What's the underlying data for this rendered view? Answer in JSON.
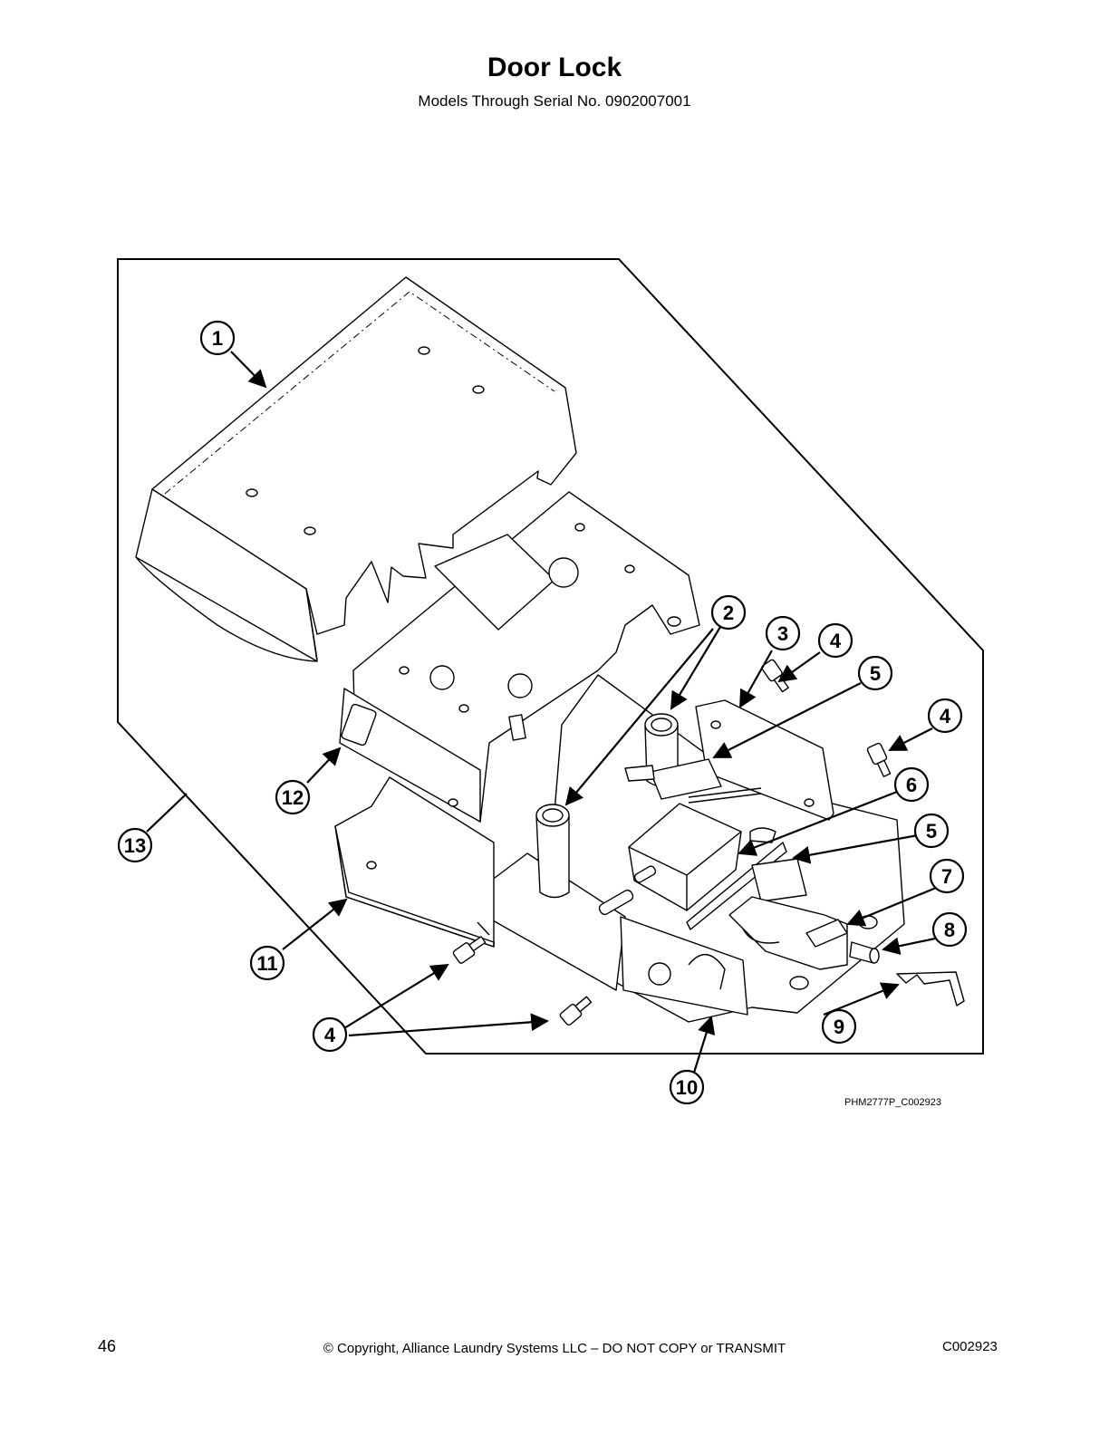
{
  "header": {
    "title": "Door Lock",
    "subtitle": "Models Through Serial No. 0902007001"
  },
  "callouts": [
    "1",
    "2",
    "3",
    "4",
    "5",
    "4",
    "6",
    "5",
    "7",
    "8",
    "9",
    "10",
    "4",
    "11",
    "12",
    "13"
  ],
  "drawing_id": "PHM2777P_C002923",
  "footer": {
    "page_number": "46",
    "copyright": "© Copyright, Alliance Laundry Systems LLC – DO NOT COPY or TRANSMIT",
    "doc_code": "C002923"
  }
}
